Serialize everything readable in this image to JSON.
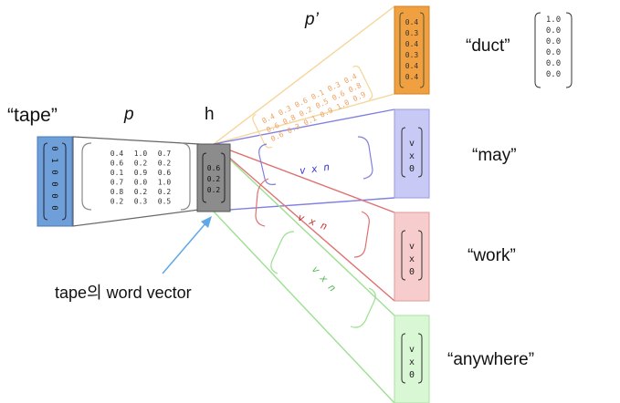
{
  "labels": {
    "input_word": "“tape”",
    "p": "p",
    "h": "h",
    "p_prime": "p’",
    "caption": "tape의 word vector"
  },
  "input_vector": [
    "0",
    "1",
    "0",
    "0",
    "0",
    "0"
  ],
  "p_matrix": [
    [
      "0.4",
      "1.0",
      "0.7"
    ],
    [
      "0.6",
      "0.2",
      "0.2"
    ],
    [
      "0.1",
      "0.9",
      "0.6"
    ],
    [
      "0.7",
      "0.0",
      "1.0"
    ],
    [
      "0.8",
      "0.2",
      "0.2"
    ],
    [
      "0.2",
      "0.3",
      "0.5"
    ]
  ],
  "h_vector": [
    "0.6",
    "0.2",
    "0.2"
  ],
  "pprime_rows": [
    [
      "0.4",
      "0.3",
      "0.6",
      "0.1",
      "0.3",
      "0.4"
    ],
    [
      "0.6",
      "0.8",
      "0.2",
      "0.5",
      "0.6",
      "0.8"
    ],
    [
      "0.6",
      "0.3",
      "0.1",
      "0.9",
      "1.0",
      "0.9"
    ]
  ],
  "duct_vector": [
    "0.4",
    "0.3",
    "0.4",
    "0.3",
    "0.4",
    "0.4"
  ],
  "one_hot_target": [
    "1.0",
    "0.0",
    "0.0",
    "0.0",
    "0.0",
    "0.0"
  ],
  "vxn": "v x n",
  "vx0": [
    "v",
    "x",
    "0"
  ],
  "outputs": [
    {
      "word": "“duct”",
      "color": "#f0a040"
    },
    {
      "word": "“may”",
      "color": "#c9c9f5"
    },
    {
      "word": "“work”",
      "color": "#f7cccc"
    },
    {
      "word": "“anywhere”",
      "color": "#d9f7d5"
    }
  ],
  "colors": {
    "input": "#6f9fd8",
    "hidden": "#8c8c8c",
    "duct_line": "#f5d59a",
    "may_line": "#8080e0",
    "work_line": "#e07070",
    "anywhere_line": "#9be090",
    "arrow": "#5fa8e8"
  }
}
